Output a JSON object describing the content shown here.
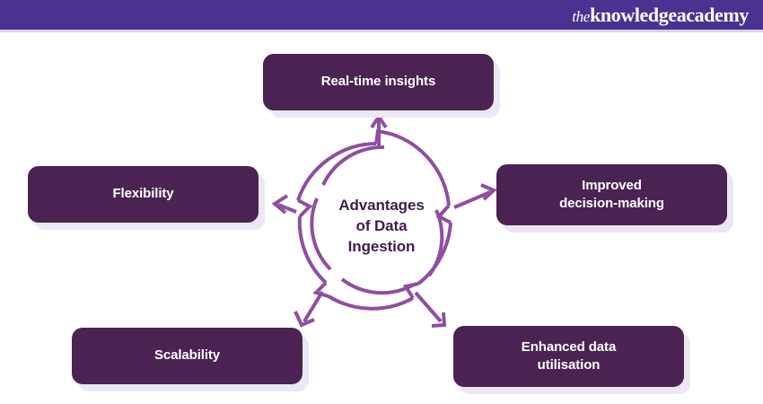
{
  "header": {
    "logo_prefix": "the",
    "logo_main": "knowledgeacademy",
    "background_color": "#4a3290",
    "underline_color": "#d9d2ea"
  },
  "diagram": {
    "title": "Advantages of Data Ingestion",
    "center": {
      "line1": "Advantages",
      "line2": "of Data",
      "line3": "Ingestion"
    },
    "ring_color": "#8e4fa0",
    "box_color": "#4a2353",
    "box_text_color": "#ffffff",
    "box_shadow_color": "#ece7f2",
    "center_text_color": "#3d1f47",
    "background_color": "#ffffff",
    "nodes": [
      {
        "id": "real-time-insights",
        "label": "Real-time insights",
        "line1": "Real-time insights",
        "line2": "",
        "position": "top",
        "arrow_direction": "up"
      },
      {
        "id": "improved-decision-making",
        "label": "Improved decision-making",
        "line1": "Improved",
        "line2": "decision-making",
        "position": "right",
        "arrow_direction": "right"
      },
      {
        "id": "enhanced-data-utilisation",
        "label": "Enhanced data utilisation",
        "line1": "Enhanced data",
        "line2": "utilisation",
        "position": "bottom-right",
        "arrow_direction": "down-right"
      },
      {
        "id": "scalability",
        "label": "Scalability",
        "line1": "Scalability",
        "line2": "",
        "position": "bottom-left",
        "arrow_direction": "down-left"
      },
      {
        "id": "flexibility",
        "label": "Flexibility",
        "line1": "Flexibility",
        "line2": "",
        "position": "left",
        "arrow_direction": "left"
      }
    ]
  }
}
